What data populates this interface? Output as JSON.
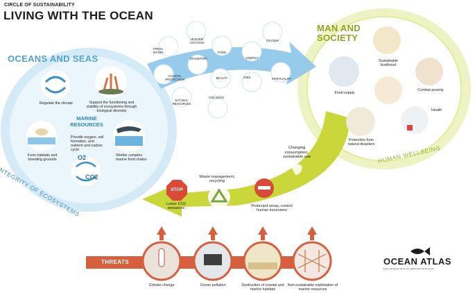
{
  "header": {
    "supertitle": "CIRCLE OF SUSTAINABILITY",
    "title": "LIVING WITH THE OCEAN"
  },
  "colors": {
    "ocean_blue": "#4da3d6",
    "light_blue": "#d5eaf7",
    "pale_blue": "#eaf5fc",
    "arrow_blue": "#7fbfe6",
    "green": "#c5d533",
    "pale_green": "#eef3c4",
    "threat_red": "#d75f3d"
  },
  "oceans": {
    "title": "OCEANS AND SEAS",
    "arc_label": "INTEGRITY OF ECOSYSTEMS",
    "marine_resources_line1": "MARINE",
    "marine_resources_line2": "RESOURCES",
    "items": [
      {
        "text": "Regulate the climate"
      },
      {
        "text": "Support the functioning and stability of ecosystems through biological diversity"
      },
      {
        "text": "Provide oxygen, soil formation, and nutrient and carbon cycle"
      },
      {
        "text": "Form habitats and breeding grounds"
      },
      {
        "text": "Shelter complex marine food chains"
      }
    ],
    "o2_label": "O2",
    "co2_label": "CO2"
  },
  "flow_items": {
    "fresh_water": "FRESH WATER",
    "leisure": "LEISURE/ VACATION",
    "foods": "FOOD",
    "oxygen": "OXYGEN",
    "transport": "TRANSPORT",
    "energy": "ENERGY",
    "coastal_protection": "COASTAL PROTECTION",
    "beauty": "BEAUTY",
    "jobs": "JOBS",
    "spirituality": "SPIRITUALITY",
    "natural_resources": "NATURAL RESOURCES",
    "co2_sinks": "CO2 SINKS"
  },
  "society": {
    "title_line1": "MAN AND",
    "title_line2": "SOCIETY",
    "arc_label": "HUMAN WELLBEING",
    "items": [
      {
        "text": "Sustainable livelihood"
      },
      {
        "text": "Food supply"
      },
      {
        "text": "Combat poverty"
      },
      {
        "text": "Health"
      },
      {
        "text": "Protection from natural disasters"
      }
    ]
  },
  "return_flow": {
    "consumption": "Changing consumption, sustainable use",
    "waste": "Waste management, recycling",
    "protected": "Protected areas, control human incursions",
    "lower_co2": "Lower CO2 emissions",
    "stop": "STOP"
  },
  "threats": {
    "label": "THREATS",
    "items": [
      {
        "text": "Climate change"
      },
      {
        "text": "Ocean pollution"
      },
      {
        "text": "Destruction of coastal and marine habitats"
      },
      {
        "text": "Non-sustainable exploitation of marine resources"
      }
    ]
  },
  "brand": {
    "name": "OCEAN ATLAS",
    "tagline": "Facts and figures about our relationship with the ocean"
  }
}
